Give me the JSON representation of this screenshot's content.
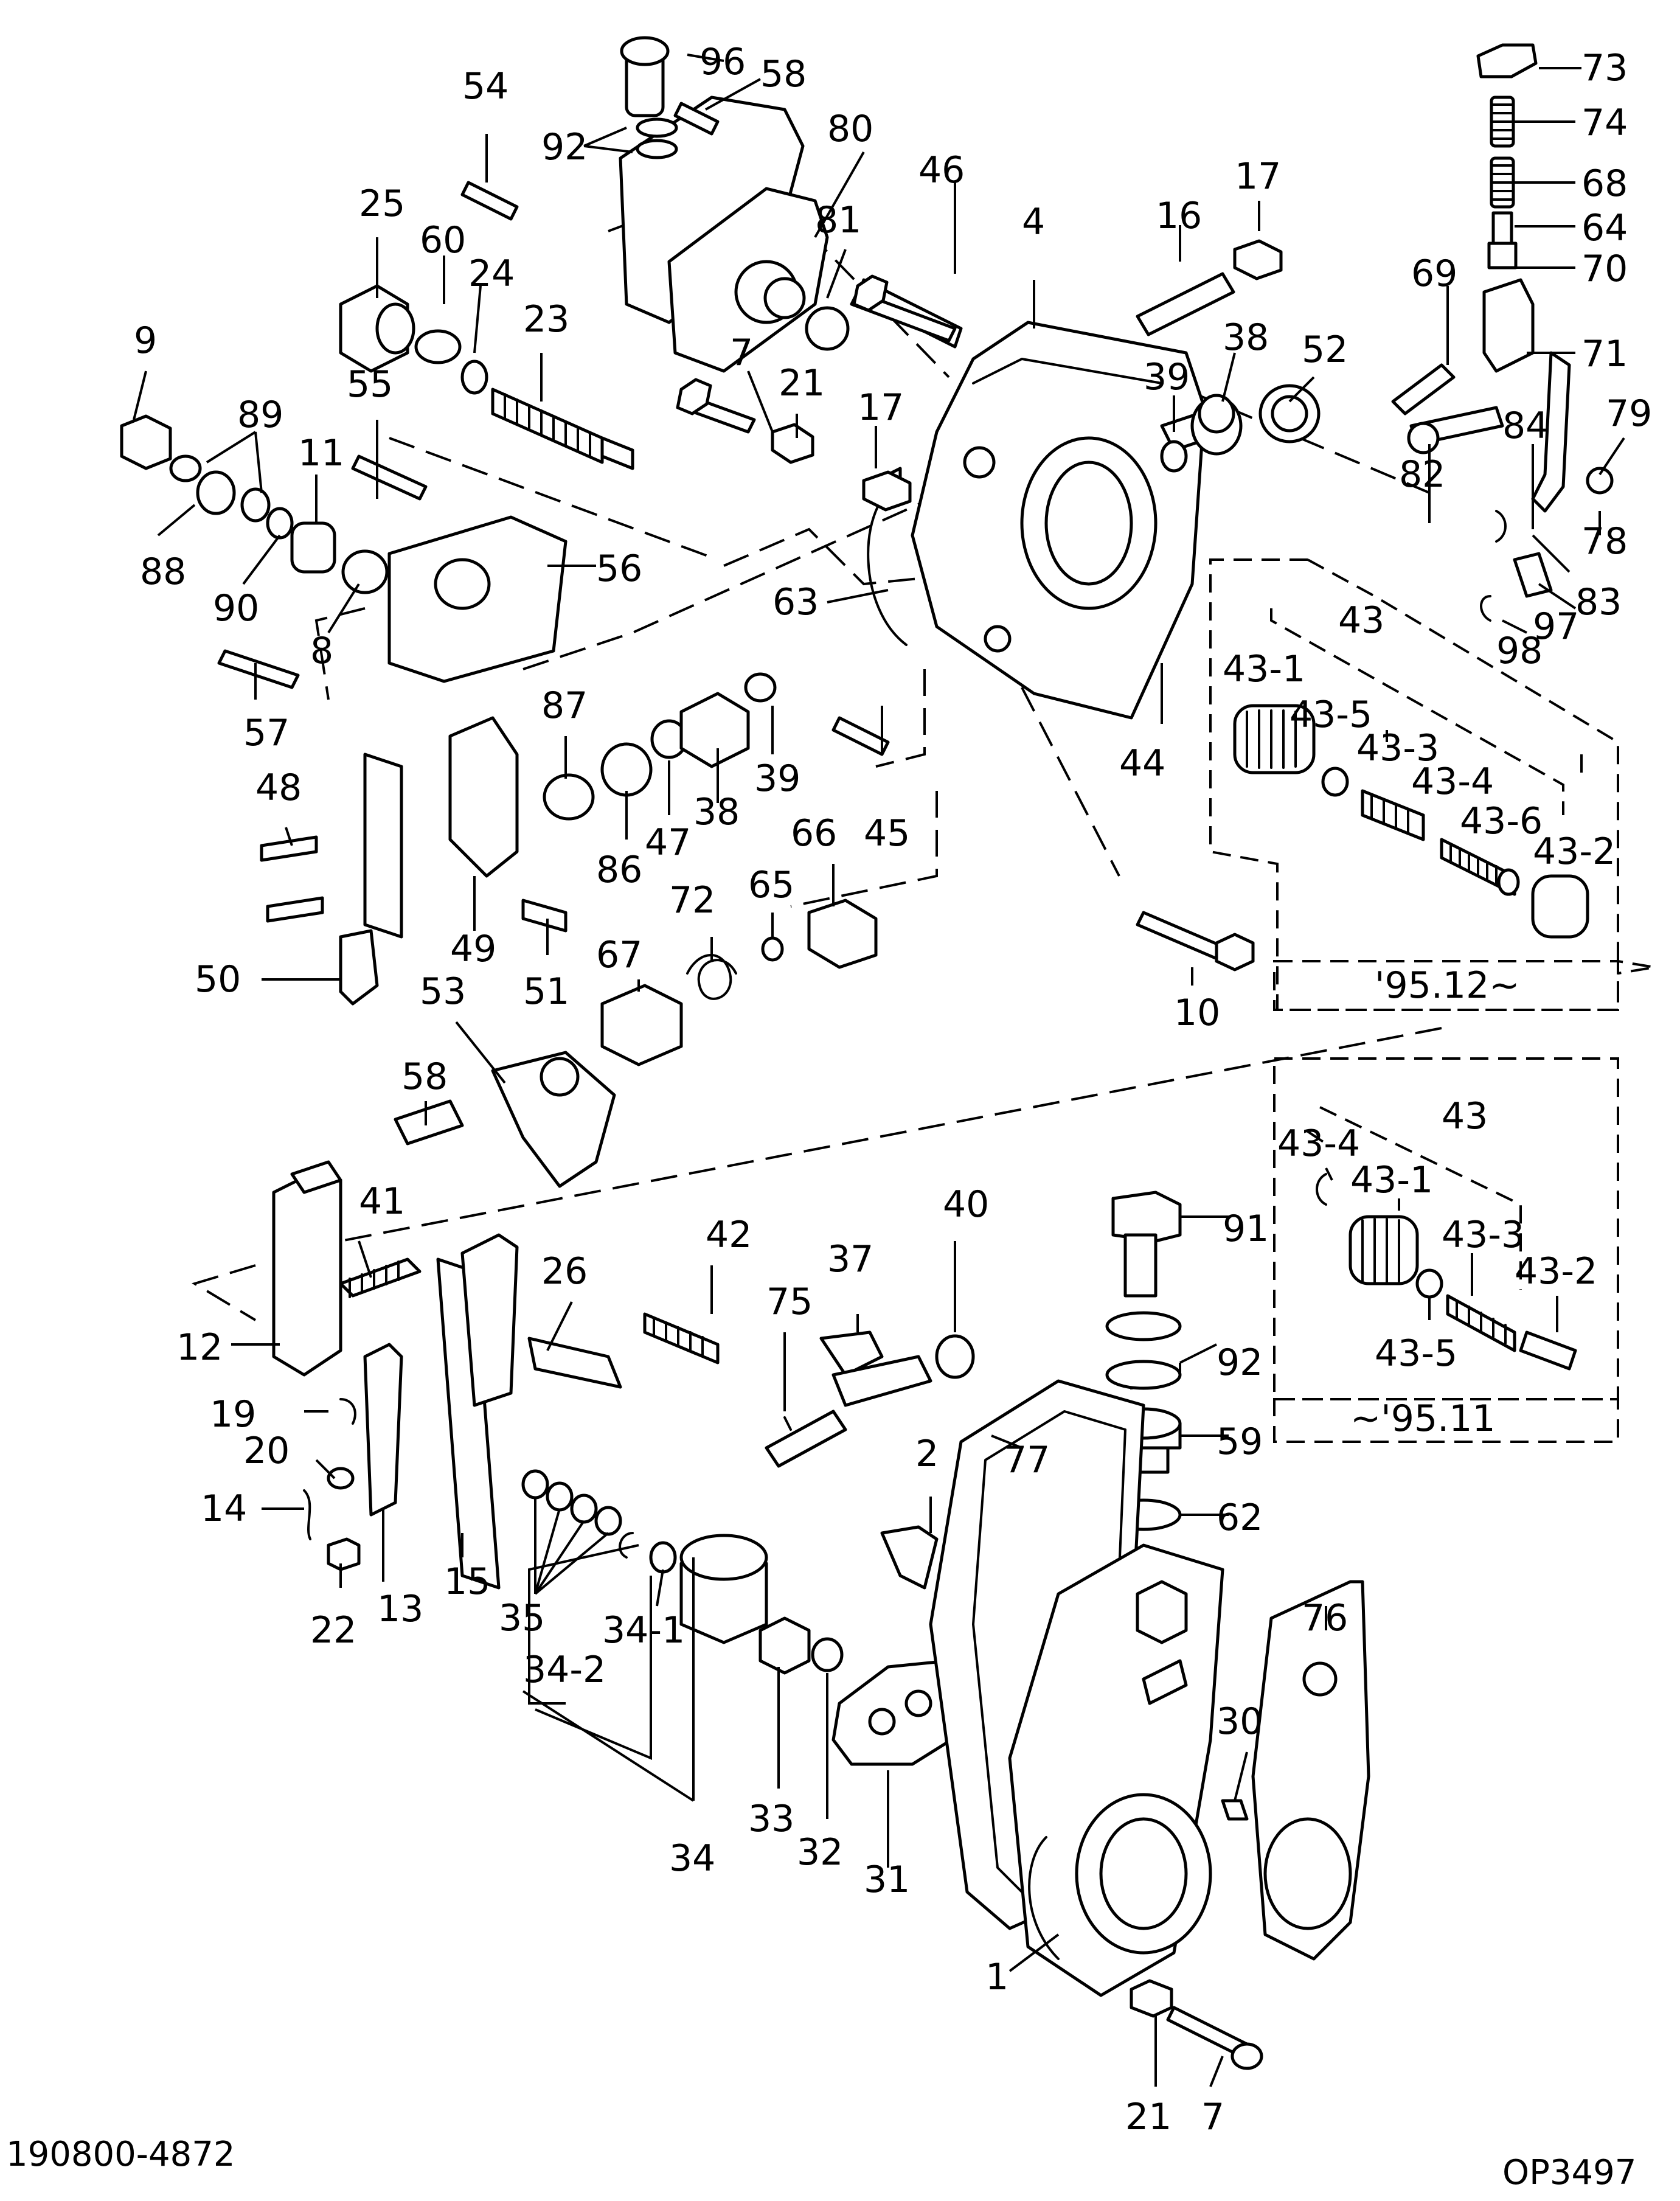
{
  "drawing": {
    "part_code": "190800-4872",
    "figure_code": "OP3497",
    "range_new": "'95.12~",
    "range_old": "~'95.11"
  },
  "callouts": [
    {
      "id": "c73",
      "text": "73"
    },
    {
      "id": "c74",
      "text": "74"
    },
    {
      "id": "c68",
      "text": "68"
    },
    {
      "id": "c64",
      "text": "64"
    },
    {
      "id": "c70",
      "text": "70"
    },
    {
      "id": "c71",
      "text": "71"
    },
    {
      "id": "c69",
      "text": "69"
    },
    {
      "id": "c79",
      "text": "79"
    },
    {
      "id": "c84",
      "text": "84"
    },
    {
      "id": "c82",
      "text": "82"
    },
    {
      "id": "c78",
      "text": "78"
    },
    {
      "id": "c83",
      "text": "83"
    },
    {
      "id": "c97",
      "text": "97"
    },
    {
      "id": "c98",
      "text": "98"
    },
    {
      "id": "c96",
      "text": "96"
    },
    {
      "id": "c58a",
      "text": "58"
    },
    {
      "id": "c54",
      "text": "54"
    },
    {
      "id": "c92a",
      "text": "92"
    },
    {
      "id": "c80",
      "text": "80"
    },
    {
      "id": "c46",
      "text": "46"
    },
    {
      "id": "c81",
      "text": "81"
    },
    {
      "id": "c4",
      "text": "4"
    },
    {
      "id": "c16",
      "text": "16"
    },
    {
      "id": "c17a",
      "text": "17"
    },
    {
      "id": "c25",
      "text": "25"
    },
    {
      "id": "c60",
      "text": "60"
    },
    {
      "id": "c24",
      "text": "24"
    },
    {
      "id": "c23",
      "text": "23"
    },
    {
      "id": "c7a",
      "text": "7"
    },
    {
      "id": "c21a",
      "text": "21"
    },
    {
      "id": "c17b",
      "text": "17"
    },
    {
      "id": "c38a",
      "text": "38"
    },
    {
      "id": "c39a",
      "text": "39"
    },
    {
      "id": "c52",
      "text": "52"
    },
    {
      "id": "c9",
      "text": "9"
    },
    {
      "id": "c89",
      "text": "89"
    },
    {
      "id": "c55",
      "text": "55"
    },
    {
      "id": "c11",
      "text": "11"
    },
    {
      "id": "c88",
      "text": "88"
    },
    {
      "id": "c90",
      "text": "90"
    },
    {
      "id": "c56",
      "text": "56"
    },
    {
      "id": "c8",
      "text": "8"
    },
    {
      "id": "c63",
      "text": "63"
    },
    {
      "id": "c57",
      "text": "57"
    },
    {
      "id": "c87",
      "text": "87"
    },
    {
      "id": "c86",
      "text": "86"
    },
    {
      "id": "c47",
      "text": "47"
    },
    {
      "id": "c38b",
      "text": "38"
    },
    {
      "id": "c39b",
      "text": "39"
    },
    {
      "id": "c45",
      "text": "45"
    },
    {
      "id": "c44",
      "text": "44"
    },
    {
      "id": "c48",
      "text": "48"
    },
    {
      "id": "c49",
      "text": "49"
    },
    {
      "id": "c51",
      "text": "51"
    },
    {
      "id": "c50",
      "text": "50"
    },
    {
      "id": "c66",
      "text": "66"
    },
    {
      "id": "c65",
      "text": "65"
    },
    {
      "id": "c72",
      "text": "72"
    },
    {
      "id": "c67",
      "text": "67"
    },
    {
      "id": "c53",
      "text": "53"
    },
    {
      "id": "c58b",
      "text": "58"
    },
    {
      "id": "c10",
      "text": "10"
    },
    {
      "id": "c43a",
      "text": "43"
    },
    {
      "id": "c43_1a",
      "text": "43-1"
    },
    {
      "id": "c43_5a",
      "text": "43-5"
    },
    {
      "id": "c43_3a",
      "text": "43-3"
    },
    {
      "id": "c43_4a",
      "text": "43-4"
    },
    {
      "id": "c43_6a",
      "text": "43-6"
    },
    {
      "id": "c43_2a",
      "text": "43-2"
    },
    {
      "id": "c43b",
      "text": "43"
    },
    {
      "id": "c43_4b",
      "text": "43-4"
    },
    {
      "id": "c43_1b",
      "text": "43-1"
    },
    {
      "id": "c43_3b",
      "text": "43-3"
    },
    {
      "id": "c43_2b",
      "text": "43-2"
    },
    {
      "id": "c43_5b",
      "text": "43-5"
    },
    {
      "id": "c41",
      "text": "41"
    },
    {
      "id": "c12",
      "text": "12"
    },
    {
      "id": "c26",
      "text": "26"
    },
    {
      "id": "c42",
      "text": "42"
    },
    {
      "id": "c37",
      "text": "37"
    },
    {
      "id": "c75",
      "text": "75"
    },
    {
      "id": "c40",
      "text": "40"
    },
    {
      "id": "c91",
      "text": "91"
    },
    {
      "id": "c92b",
      "text": "92"
    },
    {
      "id": "c59",
      "text": "59"
    },
    {
      "id": "c62",
      "text": "62"
    },
    {
      "id": "c19",
      "text": "19"
    },
    {
      "id": "c20",
      "text": "20"
    },
    {
      "id": "c14",
      "text": "14"
    },
    {
      "id": "c22",
      "text": "22"
    },
    {
      "id": "c13",
      "text": "13"
    },
    {
      "id": "c15",
      "text": "15"
    },
    {
      "id": "c35",
      "text": "35"
    },
    {
      "id": "c34_1",
      "text": "34-1"
    },
    {
      "id": "c34_2",
      "text": "34-2"
    },
    {
      "id": "c34",
      "text": "34"
    },
    {
      "id": "c33",
      "text": "33"
    },
    {
      "id": "c32",
      "text": "32"
    },
    {
      "id": "c31",
      "text": "31"
    },
    {
      "id": "c2",
      "text": "2"
    },
    {
      "id": "c77",
      "text": "77"
    },
    {
      "id": "c76",
      "text": "76"
    },
    {
      "id": "c30",
      "text": "30"
    },
    {
      "id": "c1",
      "text": "1"
    },
    {
      "id": "c21b",
      "text": "21"
    },
    {
      "id": "c7b",
      "text": "7"
    }
  ]
}
